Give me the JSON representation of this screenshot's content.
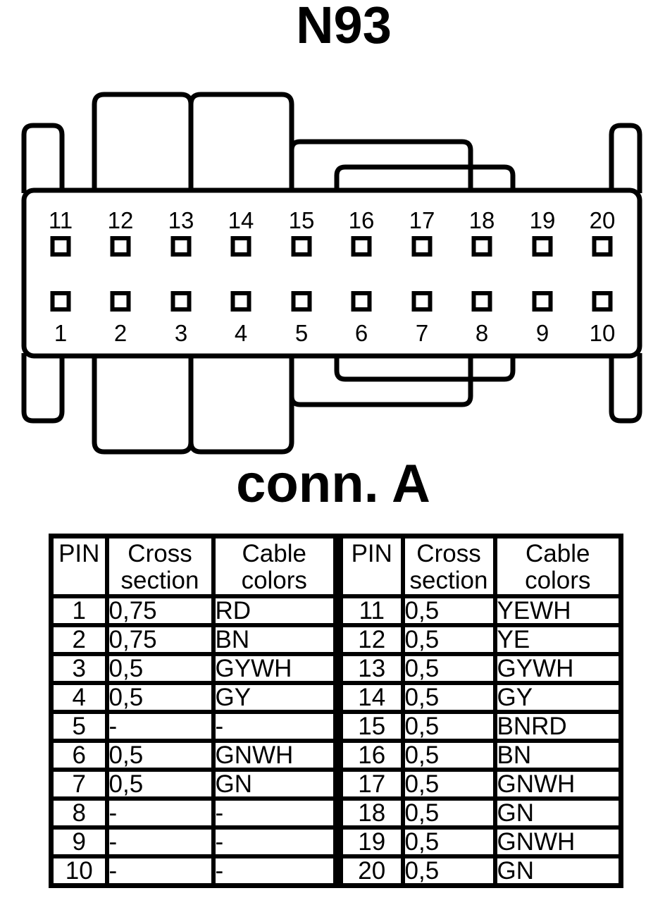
{
  "title": "N93",
  "connector": {
    "label": "conn. A",
    "top_pins": [
      "11",
      "12",
      "13",
      "14",
      "15",
      "16",
      "17",
      "18",
      "19",
      "20"
    ],
    "bottom_pins": [
      "1",
      "2",
      "3",
      "4",
      "5",
      "6",
      "7",
      "8",
      "9",
      "10"
    ]
  },
  "table": {
    "headers": {
      "pin": "PIN",
      "cross": "Cross section",
      "cable": "Cable colors"
    },
    "left_rows": [
      {
        "pin": "1",
        "cross": "0,75",
        "cable": "RD"
      },
      {
        "pin": "2",
        "cross": "0,75",
        "cable": "BN"
      },
      {
        "pin": "3",
        "cross": "0,5",
        "cable": "GYWH"
      },
      {
        "pin": "4",
        "cross": "0,5",
        "cable": "GY"
      },
      {
        "pin": "5",
        "cross": "-",
        "cable": "-"
      },
      {
        "pin": "6",
        "cross": "0,5",
        "cable": "GNWH"
      },
      {
        "pin": "7",
        "cross": "0,5",
        "cable": "GN"
      },
      {
        "pin": "8",
        "cross": "-",
        "cable": "-"
      },
      {
        "pin": "9",
        "cross": "-",
        "cable": "-"
      },
      {
        "pin": "10",
        "cross": "-",
        "cable": "-"
      }
    ],
    "right_rows": [
      {
        "pin": "11",
        "cross": "0,5",
        "cable": "YEWH"
      },
      {
        "pin": "12",
        "cross": "0,5",
        "cable": "YE"
      },
      {
        "pin": "13",
        "cross": "0,5",
        "cable": "GYWH"
      },
      {
        "pin": "14",
        "cross": "0,5",
        "cable": "GY"
      },
      {
        "pin": "15",
        "cross": "0,5",
        "cable": "BNRD"
      },
      {
        "pin": "16",
        "cross": "0,5",
        "cable": "BN"
      },
      {
        "pin": "17",
        "cross": "0,5",
        "cable": "GNWH"
      },
      {
        "pin": "18",
        "cross": "0,5",
        "cable": "GN"
      },
      {
        "pin": "19",
        "cross": "0,5",
        "cable": "GNWH"
      },
      {
        "pin": "20",
        "cross": "0,5",
        "cable": "GN"
      }
    ]
  },
  "colors": {
    "ink": "#000000",
    "background": "#ffffff"
  }
}
